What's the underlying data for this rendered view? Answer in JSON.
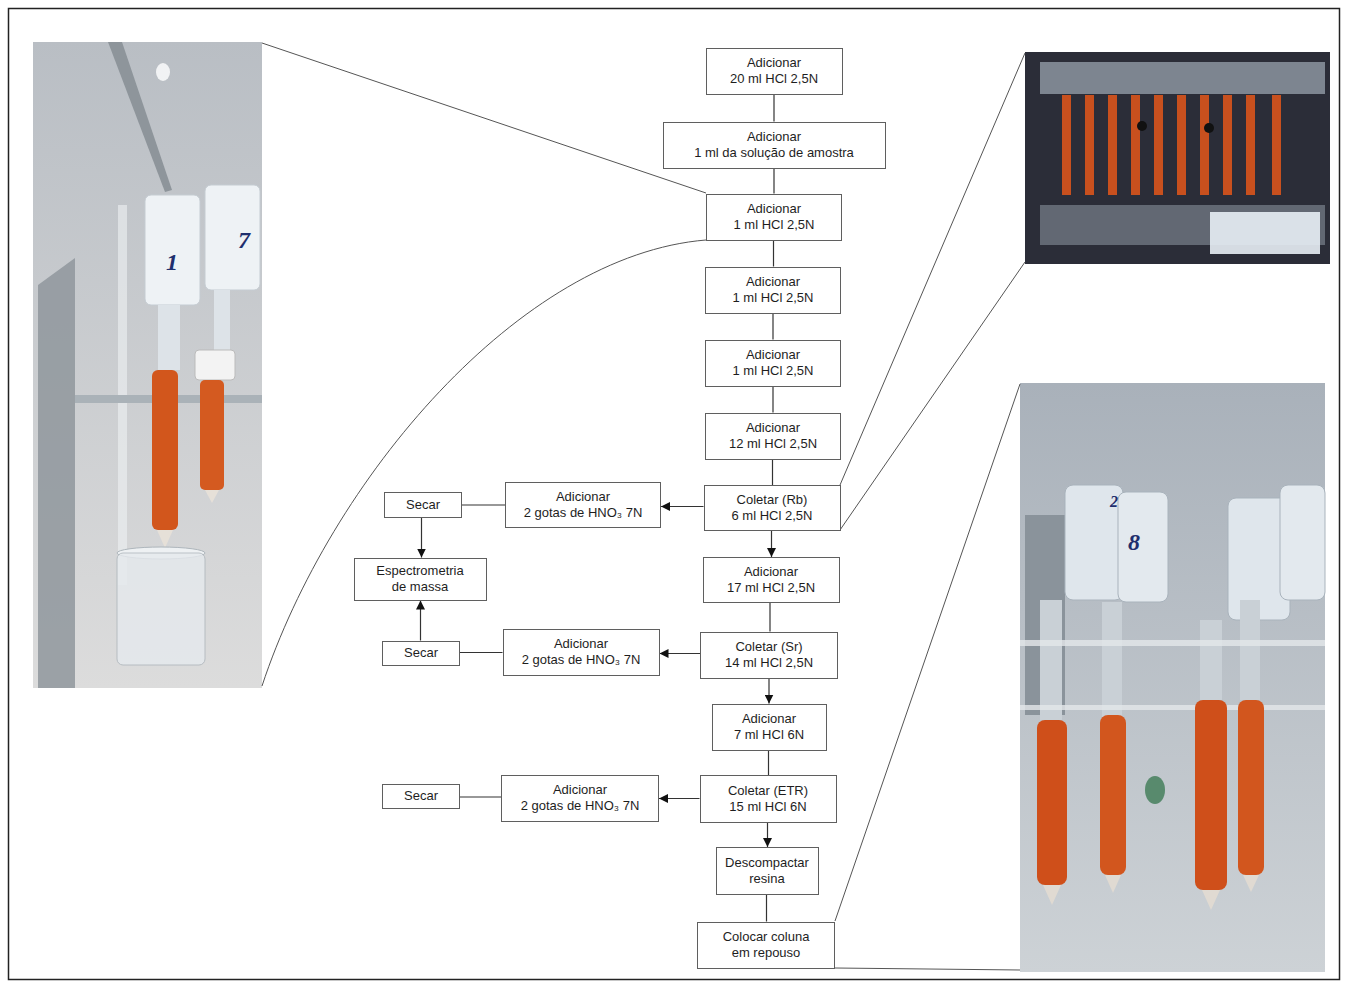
{
  "diagram": {
    "nodes": [
      {
        "text": [
          "Adicionar 20 ml HCl 2,5N"
        ]
      },
      {
        "text": [
          "Adicionar 1 ml da solução de amostra"
        ]
      },
      {
        "text": [
          "Adicionar 1 ml HCl 2,5N"
        ]
      },
      {
        "text": [
          "Adicionar 1 ml HCl 2,5N"
        ]
      },
      {
        "text": [
          "Adicionar 1 ml HCl 2,5N"
        ]
      },
      {
        "text": [
          "Adicionar 12 ml HCl 2,5N"
        ]
      },
      {
        "text": [
          "Coletar (Rb) 6 ml HCl 2,5N"
        ]
      },
      {
        "text": [
          "Adicionar 2 gotas de HNO₃ 7N"
        ]
      },
      {
        "text": [
          "Secar"
        ]
      },
      {
        "text": [
          "Espectrometria de massa"
        ]
      },
      {
        "text": [
          "Adicionar 17 ml HCl 2,5N"
        ]
      },
      {
        "text": [
          "Coletar (Sr) 14 ml HCl 2,5N"
        ]
      },
      {
        "text": [
          "Adicionar 2 gotas de HNO₃ 7N"
        ]
      },
      {
        "text": [
          "Secar"
        ]
      },
      {
        "text": [
          "Adicionar 7 ml HCl 6N"
        ]
      },
      {
        "text": [
          "Coletar (ETR) 15 ml HCl 6N"
        ]
      },
      {
        "text": [
          "Adicionar 2 gotas de HNO₃ 7N"
        ]
      },
      {
        "text": [
          "Secar"
        ]
      },
      {
        "text": [
          "Descompactar resina"
        ]
      },
      {
        "text": [
          "Colocar coluna em repouso"
        ]
      }
    ],
    "edges": [
      {
        "from": 0,
        "to": 1,
        "arrow": "none"
      },
      {
        "from": 1,
        "to": 2,
        "arrow": "none"
      },
      {
        "from": 2,
        "to": 3,
        "arrow": "none"
      },
      {
        "from": 3,
        "to": 4,
        "arrow": "none"
      },
      {
        "from": 4,
        "to": 5,
        "arrow": "none"
      },
      {
        "from": 5,
        "to": 6,
        "arrow": "none"
      },
      {
        "from": 6,
        "to": 7,
        "arrow": "to"
      },
      {
        "from": 7,
        "to": 8,
        "arrow": "none"
      },
      {
        "from": 8,
        "to": 9,
        "arrow": "to"
      },
      {
        "from": 6,
        "to": 10,
        "arrow": "to"
      },
      {
        "from": 10,
        "to": 11,
        "arrow": "none"
      },
      {
        "from": 11,
        "to": 12,
        "arrow": "to"
      },
      {
        "from": 12,
        "to": 13,
        "arrow": "none"
      },
      {
        "from": 13,
        "to": 9,
        "arrow": "to"
      },
      {
        "from": 11,
        "to": 14,
        "arrow": "to"
      },
      {
        "from": 14,
        "to": 15,
        "arrow": "none"
      },
      {
        "from": 15,
        "to": 16,
        "arrow": "to"
      },
      {
        "from": 16,
        "to": 17,
        "arrow": "none"
      },
      {
        "from": 15,
        "to": 18,
        "arrow": "to"
      },
      {
        "from": 18,
        "to": 19,
        "arrow": "none"
      }
    ],
    "labels": [
      "1",
      "7",
      "2",
      "8"
    ]
  }
}
